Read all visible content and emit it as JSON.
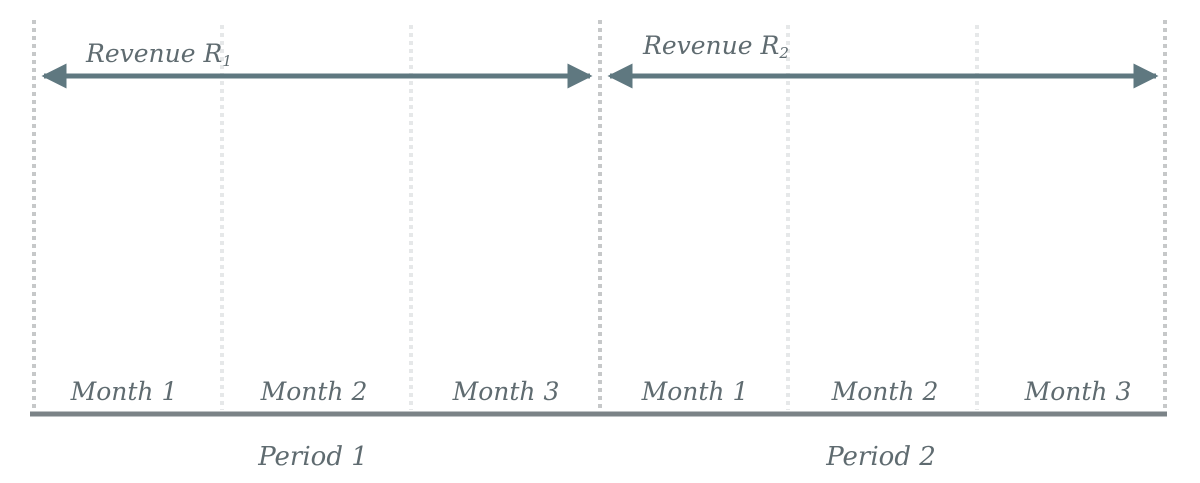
{
  "colors": {
    "arrow": "#5f7880",
    "baseline": "#7b8387",
    "period_divider": "#c6c8c9",
    "month_divider": "#e6e8e9",
    "text": "#5f6b70"
  },
  "periods": [
    {
      "label": "Period 1",
      "revenue": {
        "text": "Revenue R",
        "subscript": "1"
      },
      "months": [
        "Month 1",
        "Month 2",
        "Month 3"
      ]
    },
    {
      "label": "Period 2",
      "revenue": {
        "text": "Revenue R",
        "subscript": "2"
      },
      "months": [
        "Month 1",
        "Month 2",
        "Month 3"
      ]
    }
  ]
}
